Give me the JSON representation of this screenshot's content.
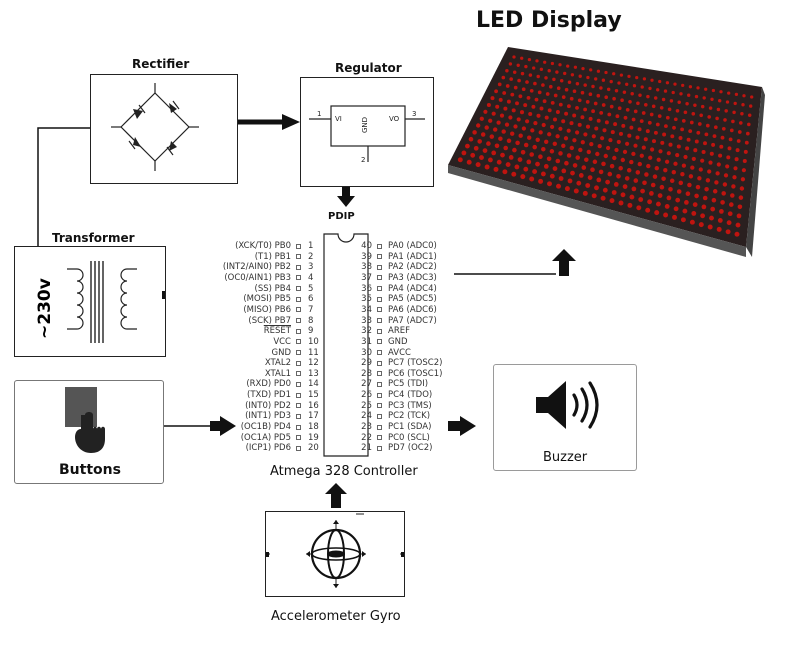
{
  "title": "LED Display",
  "blocks": {
    "rectifier": "Rectifier",
    "regulator": "Regulator",
    "transformer": "Transformer",
    "voltage": "~230v",
    "pdip": "PDIP",
    "controller": "Atmega 328 Controller",
    "buttons": "Buttons",
    "buzzer": "Buzzer",
    "accelerometer": "Accelerometer Gyro"
  },
  "regulator_pins": {
    "vi": "VI",
    "vo": "VO",
    "gnd": "GND",
    "pin1": "1",
    "pin2": "2",
    "pin3": "3"
  },
  "left_pins": [
    {
      "num": "1",
      "name": "(XCK/T0)  PB0"
    },
    {
      "num": "2",
      "name": "(T1)  PB1"
    },
    {
      "num": "3",
      "name": "(INT2/AIN0)  PB2"
    },
    {
      "num": "4",
      "name": "(OC0/AIN1)  PB3"
    },
    {
      "num": "5",
      "name": "(SS)  PB4"
    },
    {
      "num": "6",
      "name": "(MOSI)  PB5"
    },
    {
      "num": "7",
      "name": "(MISO)  PB6"
    },
    {
      "num": "8",
      "name": "(SCK)  PB7"
    },
    {
      "num": "9",
      "name": "RESET"
    },
    {
      "num": "10",
      "name": "VCC"
    },
    {
      "num": "11",
      "name": "GND"
    },
    {
      "num": "12",
      "name": "XTAL2"
    },
    {
      "num": "13",
      "name": "XTAL1"
    },
    {
      "num": "14",
      "name": "(RXD)  PD0"
    },
    {
      "num": "15",
      "name": "(TXD)  PD1"
    },
    {
      "num": "16",
      "name": "(INT0)  PD2"
    },
    {
      "num": "17",
      "name": "(INT1)  PD3"
    },
    {
      "num": "18",
      "name": "(OC1B)  PD4"
    },
    {
      "num": "19",
      "name": "(OC1A)  PD5"
    },
    {
      "num": "20",
      "name": "(ICP1)  PD6"
    }
  ],
  "right_pins": [
    {
      "num": "40",
      "name": "PA0  (ADC0)"
    },
    {
      "num": "39",
      "name": "PA1  (ADC1)"
    },
    {
      "num": "38",
      "name": "PA2  (ADC2)"
    },
    {
      "num": "37",
      "name": "PA3  (ADC3)"
    },
    {
      "num": "36",
      "name": "PA4  (ADC4)"
    },
    {
      "num": "35",
      "name": "PA5  (ADC5)"
    },
    {
      "num": "34",
      "name": "PA6  (ADC6)"
    },
    {
      "num": "33",
      "name": "PA7  (ADC7)"
    },
    {
      "num": "32",
      "name": "AREF"
    },
    {
      "num": "31",
      "name": "GND"
    },
    {
      "num": "30",
      "name": "AVCC"
    },
    {
      "num": "29",
      "name": "PC7  (TOSC2)"
    },
    {
      "num": "28",
      "name": "PC6  (TOSC1)"
    },
    {
      "num": "27",
      "name": "PC5  (TDI)"
    },
    {
      "num": "26",
      "name": "PC4  (TDO)"
    },
    {
      "num": "25",
      "name": "PC3  (TMS)"
    },
    {
      "num": "24",
      "name": "PC2  (TCK)"
    },
    {
      "num": "23",
      "name": "PC1  (SDA)"
    },
    {
      "num": "22",
      "name": "PC0  (SCL)"
    },
    {
      "num": "21",
      "name": "PD7  (OC2)"
    }
  ],
  "colors": {
    "led_red": "#c0140f",
    "led_panel": "#2a2020",
    "line": "#111111",
    "box_border": "#9a9a9a"
  },
  "icons": [
    "diode-bridge-icon",
    "regulator-ic-icon",
    "transformer-coil-icon",
    "push-button-icon",
    "speaker-icon",
    "gyroscope-icon",
    "led-matrix-panel"
  ]
}
